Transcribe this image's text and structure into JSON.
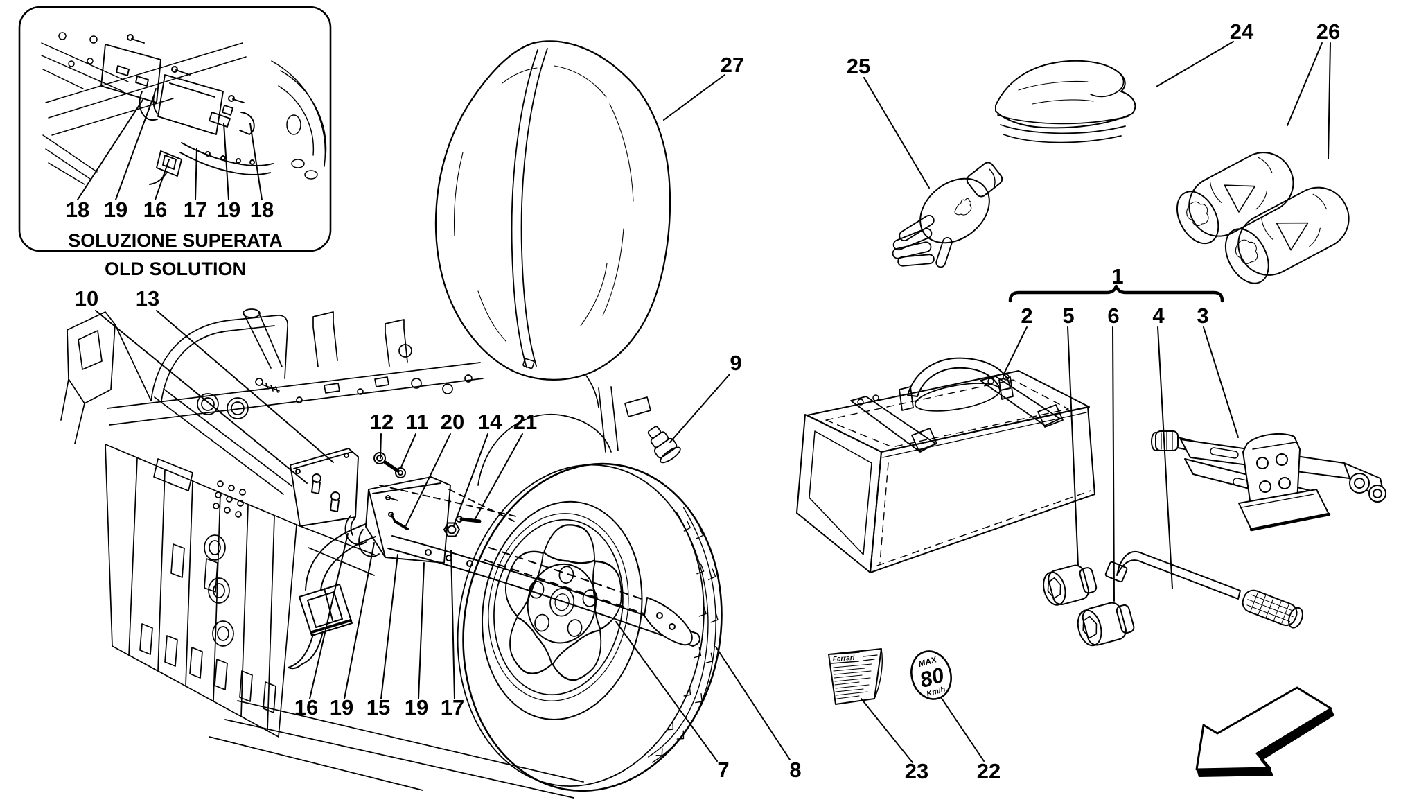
{
  "document_type": "parts-diagram",
  "colors": {
    "ink": "#000000",
    "paper": "#ffffff"
  },
  "inset": {
    "caption_line1": "SOLUZIONE SUPERATA",
    "caption_line2": "OLD SOLUTION",
    "callouts": [
      {
        "label": "18"
      },
      {
        "label": "19"
      },
      {
        "label": "16"
      },
      {
        "label": "17"
      },
      {
        "label": "19"
      },
      {
        "label": "18"
      }
    ]
  },
  "main": {
    "callouts": [
      {
        "label": "27"
      },
      {
        "label": "25"
      },
      {
        "label": "24"
      },
      {
        "label": "26"
      },
      {
        "label": "10"
      },
      {
        "label": "13"
      },
      {
        "label": "12"
      },
      {
        "label": "11"
      },
      {
        "label": "20"
      },
      {
        "label": "14"
      },
      {
        "label": "21"
      },
      {
        "label": "9"
      },
      {
        "label": "16"
      },
      {
        "label": "19"
      },
      {
        "label": "15"
      },
      {
        "label": "19"
      },
      {
        "label": "17"
      },
      {
        "label": "7"
      },
      {
        "label": "8"
      },
      {
        "label": "1"
      },
      {
        "label": "2"
      },
      {
        "label": "5"
      },
      {
        "label": "6"
      },
      {
        "label": "4"
      },
      {
        "label": "3"
      },
      {
        "label": "23"
      },
      {
        "label": "22"
      }
    ]
  },
  "stickers": {
    "speed": {
      "line1": "MAX",
      "line2": "80",
      "line3": "Km/h"
    },
    "booklet": {
      "brand": "Ferrari"
    }
  }
}
